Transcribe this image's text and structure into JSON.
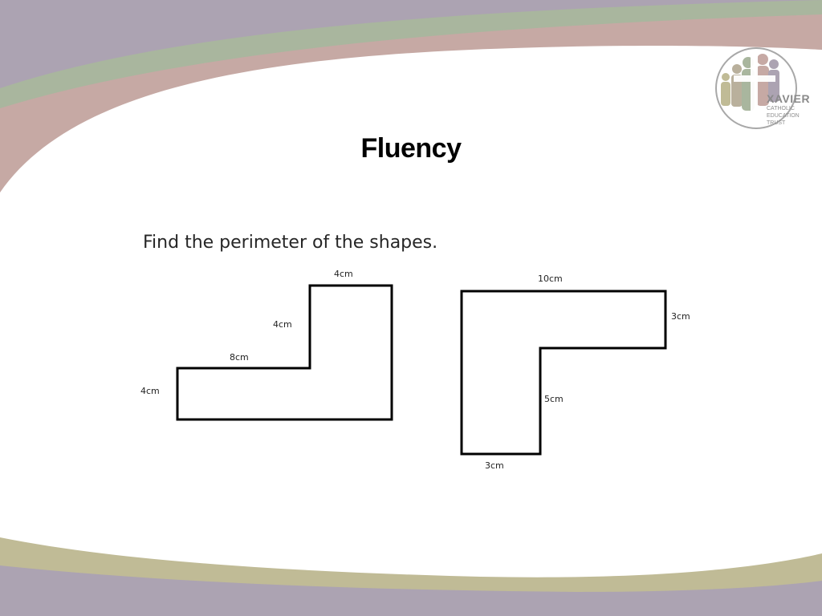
{
  "slide": {
    "title": "Fluency",
    "instruction": "Find the perimeter of the shapes."
  },
  "logo": {
    "name": "XAVIER",
    "tagline_lines": [
      "CATHOLIC",
      "EDUCATION",
      "TRUST"
    ]
  },
  "shapes": [
    {
      "labels": {
        "top": "4cm",
        "inner_vertical": "4cm",
        "inner_horizontal": "8cm",
        "left": "4cm"
      }
    },
    {
      "labels": {
        "top": "10cm",
        "right": "3cm",
        "inner_vertical": "5cm",
        "bottom": "3cm"
      }
    }
  ],
  "colors": {
    "band_purple": "#aca3b2",
    "band_green": "#a9b69e",
    "band_rose": "#c6a9a4",
    "band_olive": "#c0bb96",
    "logo_gray": "#8f8f8f"
  }
}
